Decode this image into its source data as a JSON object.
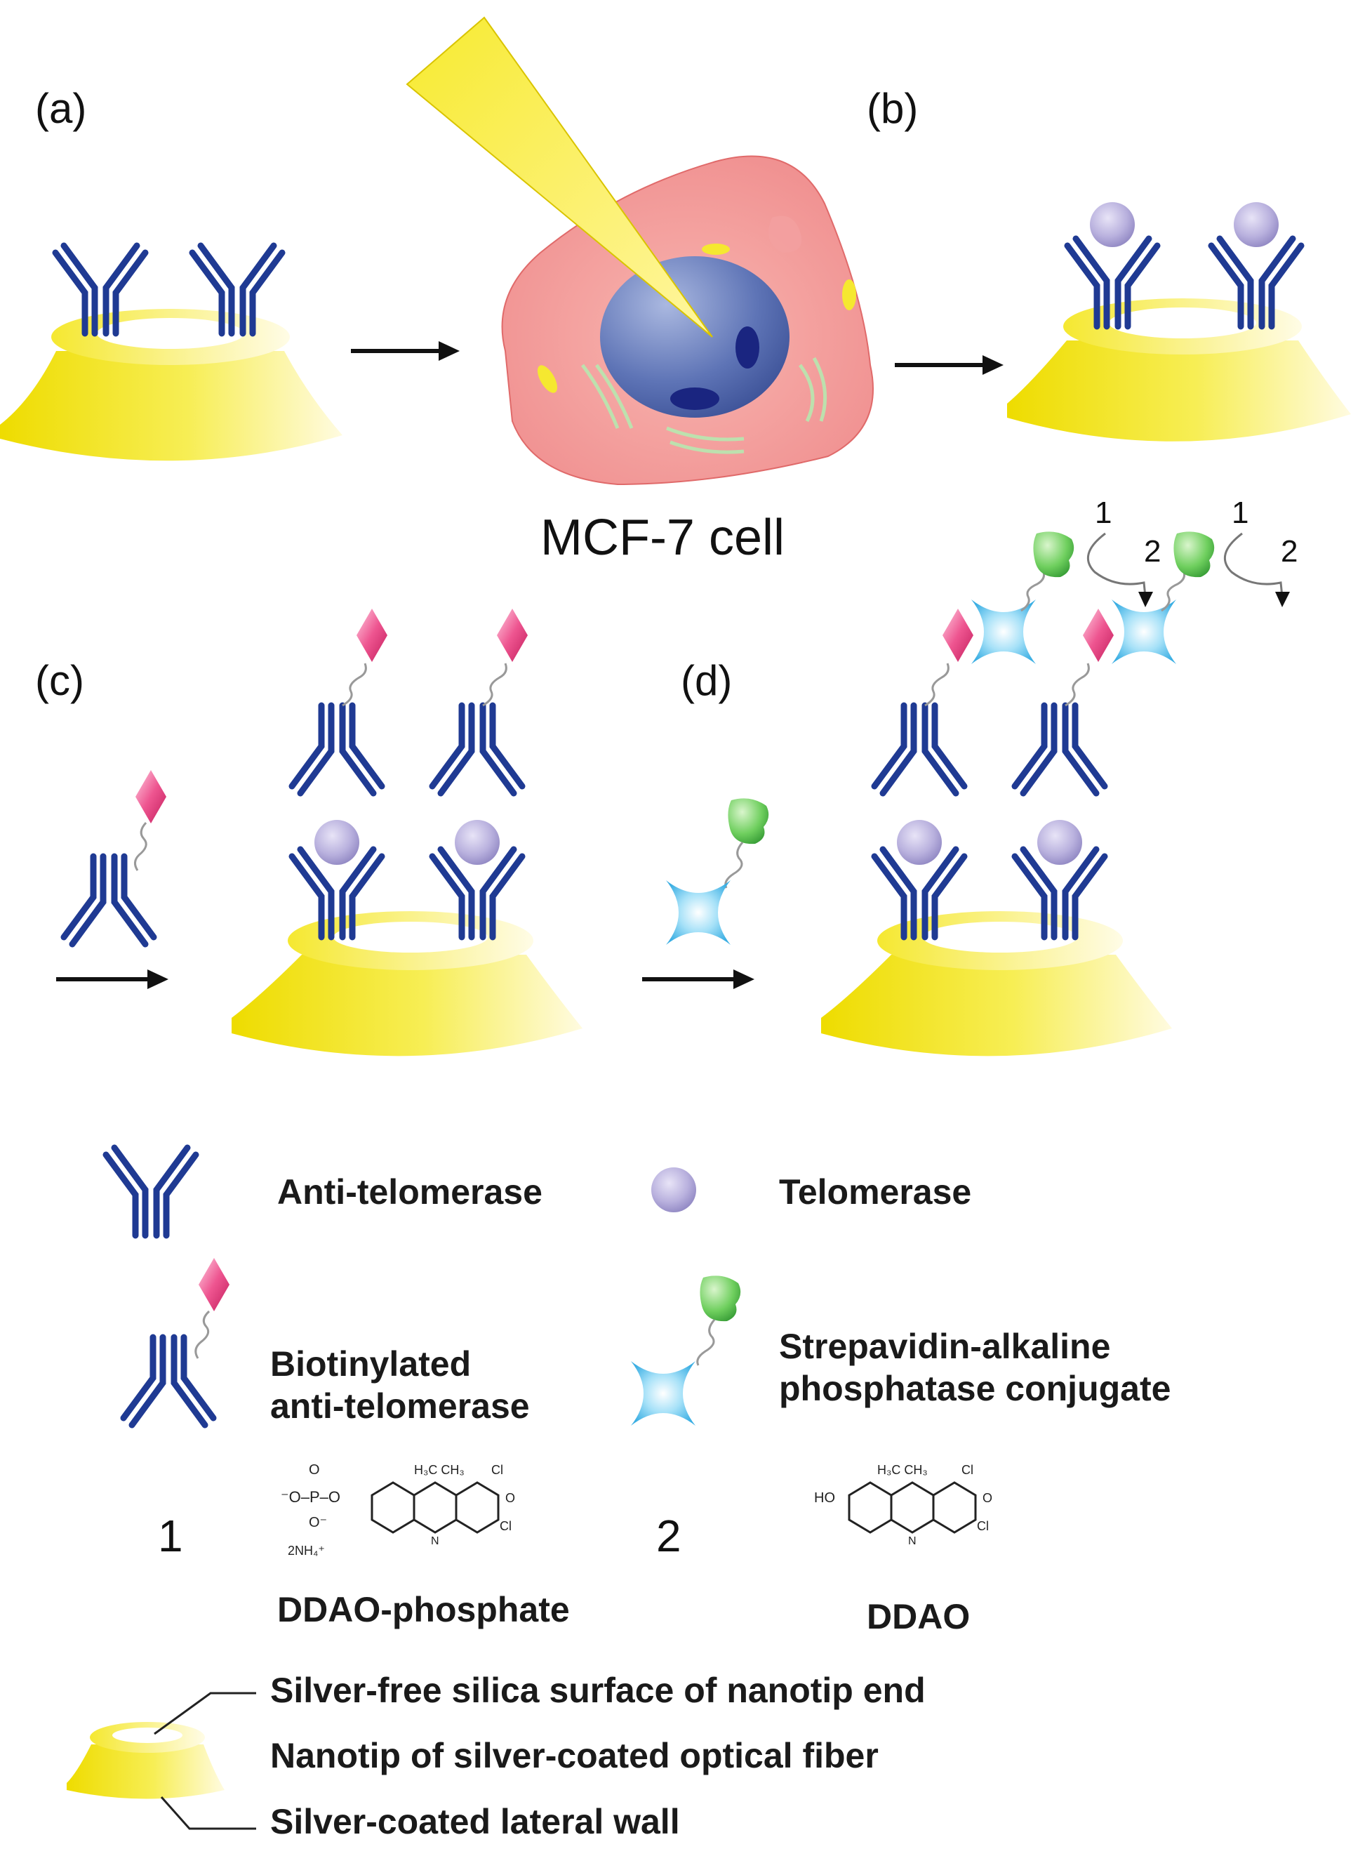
{
  "panels": {
    "a": "(a)",
    "b": "(b)",
    "c": "(c)",
    "d": "(d)"
  },
  "cell_label": "MCF-7 cell",
  "cycle": {
    "step1": "1",
    "step2": "2"
  },
  "legend": {
    "anti_telomerase": "Anti-telomerase",
    "telomerase": "Telomerase",
    "biotinylated_line1": "Biotinylated",
    "biotinylated_line2": "anti-telomerase",
    "conjugate_line1": "Strepavidin-alkaline",
    "conjugate_line2": "phosphatase conjugate",
    "compound1_number": "1",
    "compound1_name": "DDAO-phosphate",
    "compound2_number": "2",
    "compound2_name": "DDAO",
    "nanotip_surface": "Silver-free silica surface of nanotip end",
    "nanotip_fiber": "Nanotip of silver-coated optical fiber",
    "nanotip_wall": "Silver-coated lateral wall"
  },
  "colors": {
    "antibody": "#1f3a93",
    "telomerase": "#b7b0dd",
    "biotin": "#e8417a",
    "streptavidin": "#4ab8e8",
    "phosphatase": "#4cb84c",
    "nanotip": "#f2e200",
    "cell": "#f29a9a",
    "nucleus": "#5a6fb0"
  }
}
